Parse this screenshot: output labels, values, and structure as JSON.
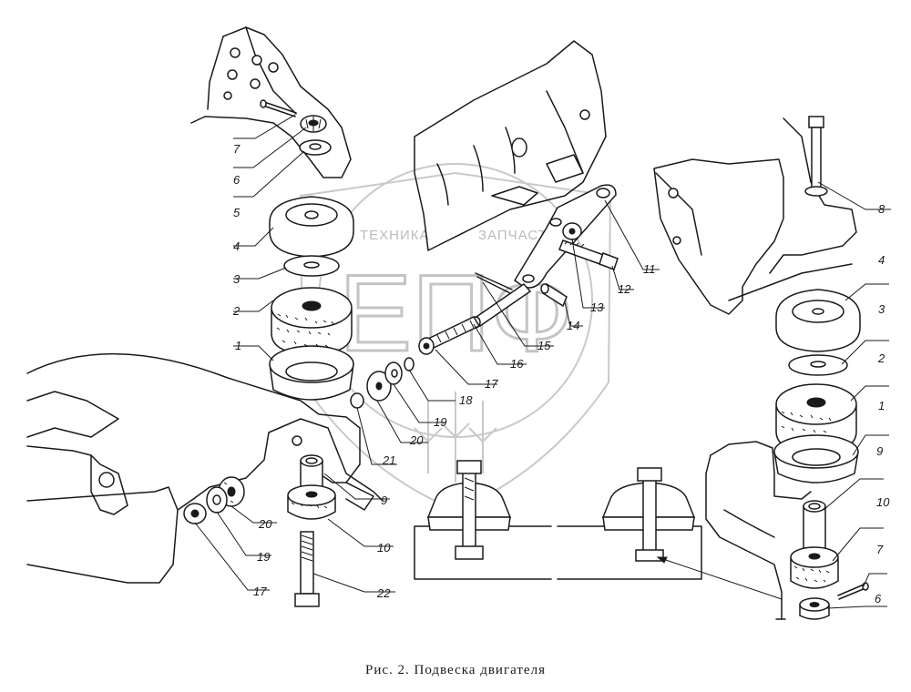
{
  "figure": {
    "caption": "Рис. 2. Подвеска двигателя"
  },
  "watermark": {
    "left_text": "ТЕХНИКА",
    "right_text": "ЗАПЧАСТИ",
    "logo_text": "ЕПФ"
  },
  "callouts": {
    "left": [
      "7",
      "6",
      "5",
      "4",
      "3",
      "2",
      "1",
      "21",
      "20",
      "19",
      "17",
      "22",
      "10",
      "9",
      "20",
      "19"
    ],
    "center": [
      "11",
      "12",
      "13",
      "14",
      "15",
      "16",
      "17",
      "18"
    ],
    "right": [
      "8",
      "4",
      "3",
      "2",
      "1",
      "9",
      "10",
      "7",
      "6"
    ]
  },
  "parts": {
    "rubber_cushion_left": "2",
    "rubber_cushion_right": "2"
  }
}
